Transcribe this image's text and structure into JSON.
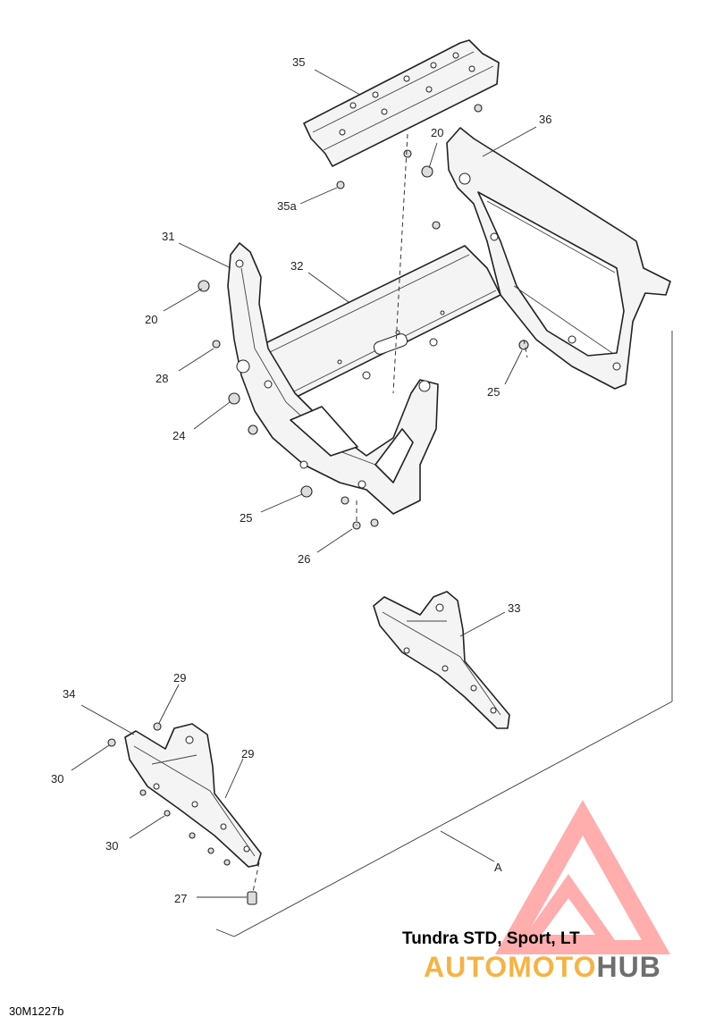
{
  "callouts": {
    "c35": "35",
    "c35a": "35a",
    "c36": "36",
    "c20a": "20",
    "c20b": "20",
    "c31": "31",
    "c32": "32",
    "c28": "28",
    "c24": "24",
    "c25a": "25",
    "c25b": "25",
    "c26": "26",
    "c33": "33",
    "c34": "34",
    "c29a": "29",
    "c29b": "29",
    "c30a": "30",
    "c30b": "30",
    "c27": "27",
    "cA": "A"
  },
  "model_title": "Tundra STD, Sport, LT",
  "brand": {
    "part1": "AUTO",
    "part2": "MOTO",
    "part3": "HUB"
  },
  "doc_code": "30M1227b",
  "colors": {
    "watermark": "#ff5a5a",
    "brand_orange": "#f5a623",
    "brand_gray": "#555555"
  }
}
